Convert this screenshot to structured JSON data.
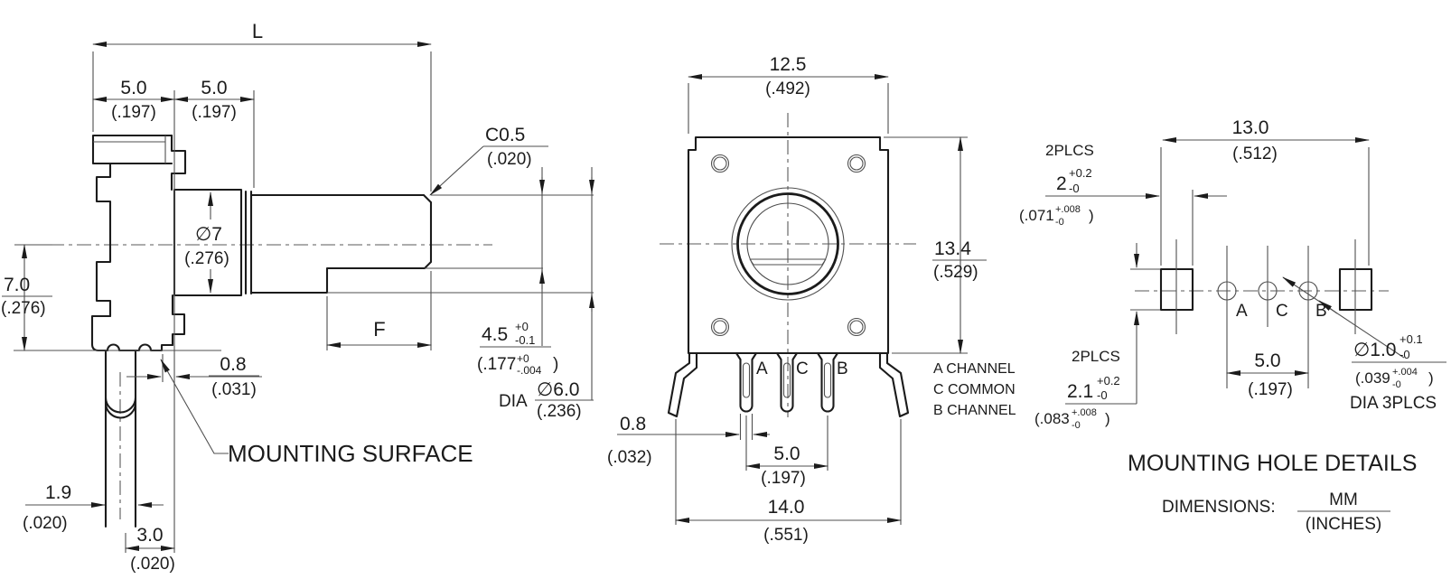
{
  "side_view": {
    "dim_l": "L",
    "dim_5_left_mm": "5.0",
    "dim_5_left_in": "(.197)",
    "dim_5_right_mm": "5.0",
    "dim_5_right_in": "(.197)",
    "dia_7_mm": "∅7",
    "dia_7_in": "(.276)",
    "dim_7_mm": "7.0",
    "dim_7_in": "(.276)",
    "chamfer_mm": "C0.5",
    "chamfer_in": "(.020)",
    "dim_08_mm": "0.8",
    "dim_08_in": "(.031)",
    "dim_f": "F",
    "dim_45_mm": "4.5",
    "dim_45_tol_plus": "+0",
    "dim_45_tol_minus": "-0.1",
    "dim_45_in": "(.177",
    "dim_45_in_tol_plus": "+0",
    "dim_45_in_tol_minus": "-.004",
    "dim_45_in_close": ")",
    "dia_6_prefix": "DIA",
    "dia_6_mm": "∅6.0",
    "dia_6_in": "(.236)",
    "mounting_surface_label": "MOUNTING SURFACE",
    "dim_19_mm": "1.9",
    "dim_19_in": "(.020)",
    "dim_30_mm": "3.0",
    "dim_30_in": "(.020)"
  },
  "front_view": {
    "dim_125_mm": "12.5",
    "dim_125_in": "(.492)",
    "dim_134_mm": "13.4",
    "dim_134_in": "(.529)",
    "dim_08_mm": "0.8",
    "dim_08_in": "(.032)",
    "dim_5_mm": "5.0",
    "dim_5_in": "(.197)",
    "dim_14_mm": "14.0",
    "dim_14_in": "(.551)",
    "pin_a": "A",
    "pin_c": "C",
    "pin_b": "B",
    "channel_a": "A CHANNEL",
    "channel_c": "C COMMON",
    "channel_b": "B CHANNEL"
  },
  "mount_view": {
    "dim_13_mm": "13.0",
    "dim_13_in": "(.512)",
    "plcs_top": "2PLCS",
    "dim_2_mm": "2",
    "dim_2_tol_plus": "+0.2",
    "dim_2_tol_minus": "-0",
    "dim_2_in": "(.071",
    "dim_2_in_tol_plus": "+.008",
    "dim_2_in_tol_minus": "-0",
    "dim_2_in_close": ")",
    "plcs_bottom": "2PLCS",
    "dim_21_mm": "2.1",
    "dim_21_tol_plus": "+0.2",
    "dim_21_tol_minus": "-0",
    "dim_21_in": "(.083",
    "dim_21_in_tol_plus": "+.008",
    "dim_21_in_tol_minus": "-0",
    "dim_21_in_close": ")",
    "dim_5_mm": "5.0",
    "dim_5_in": "(.197)",
    "hole_a": "A",
    "hole_c": "C",
    "hole_b": "B",
    "dia_1_mm": "∅1.0",
    "dia_1_tol_plus": "+0.1",
    "dia_1_tol_minus": "-0",
    "dia_1_in": "(.039",
    "dia_1_in_tol_plus": "+.004",
    "dia_1_in_tol_minus": "-0",
    "dia_1_in_close": ")",
    "dia_1_note": "DIA 3PLCS",
    "title": "MOUNTING HOLE DETAILS",
    "dims_label": "DIMENSIONS:",
    "units_mm": "MM",
    "units_in": "(INCHES)"
  }
}
